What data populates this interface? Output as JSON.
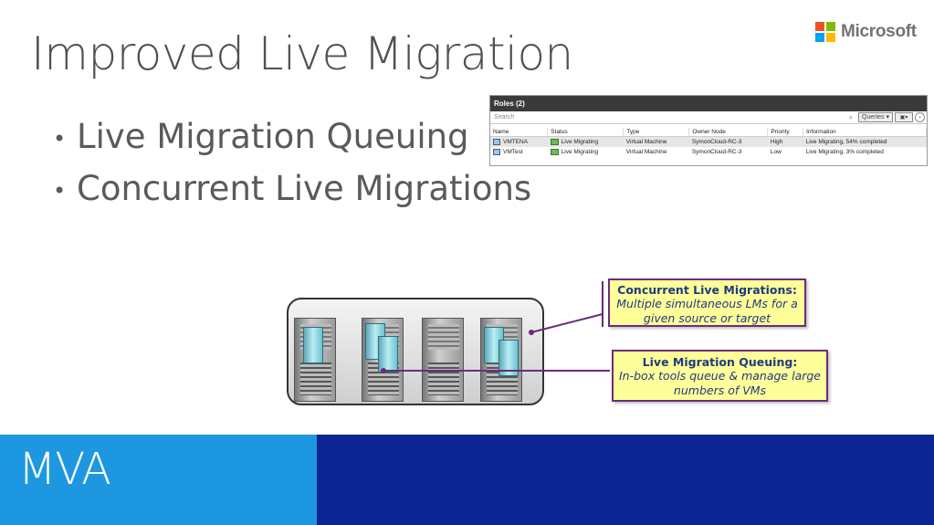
{
  "slide": {
    "title": "Improved Live Migration",
    "bullets": [
      "Live Migration Queuing",
      "Concurrent Live Migrations"
    ],
    "brand": "Microsoft",
    "footer_label": "MVA"
  },
  "roles_panel": {
    "header": "Roles (2)",
    "search_placeholder": "Search",
    "queries_label": "Queries",
    "columns": [
      "Name",
      "Status",
      "Type",
      "Owner Node",
      "Priority",
      "Information"
    ],
    "rows": [
      {
        "name": "VMTENA",
        "status": "Live Migrating",
        "type": "Virtual Machine",
        "owner": "SymonCloud-RC-3",
        "priority": "High",
        "info": "Live Migrating, 54% completed"
      },
      {
        "name": "VMTest",
        "status": "Live Migrating",
        "type": "Virtual Machine",
        "owner": "SymonCloud-RC-3",
        "priority": "Low",
        "info": "Live Migrating, 3% completed"
      }
    ]
  },
  "callouts": {
    "concurrent_title": "Concurrent Live Migrations:",
    "concurrent_body": "Multiple simultaneous LMs for a given source or target",
    "queuing_title": "Live Migration Queuing:",
    "queuing_body": "In-box tools queue & manage large numbers of VMs"
  },
  "colors": {
    "footer_left": "#1d98e0",
    "footer_right": "#0c2594",
    "callout_fill": "#ffff99",
    "callout_border": "#6b2c7a",
    "callout_text": "#1f3a80"
  }
}
